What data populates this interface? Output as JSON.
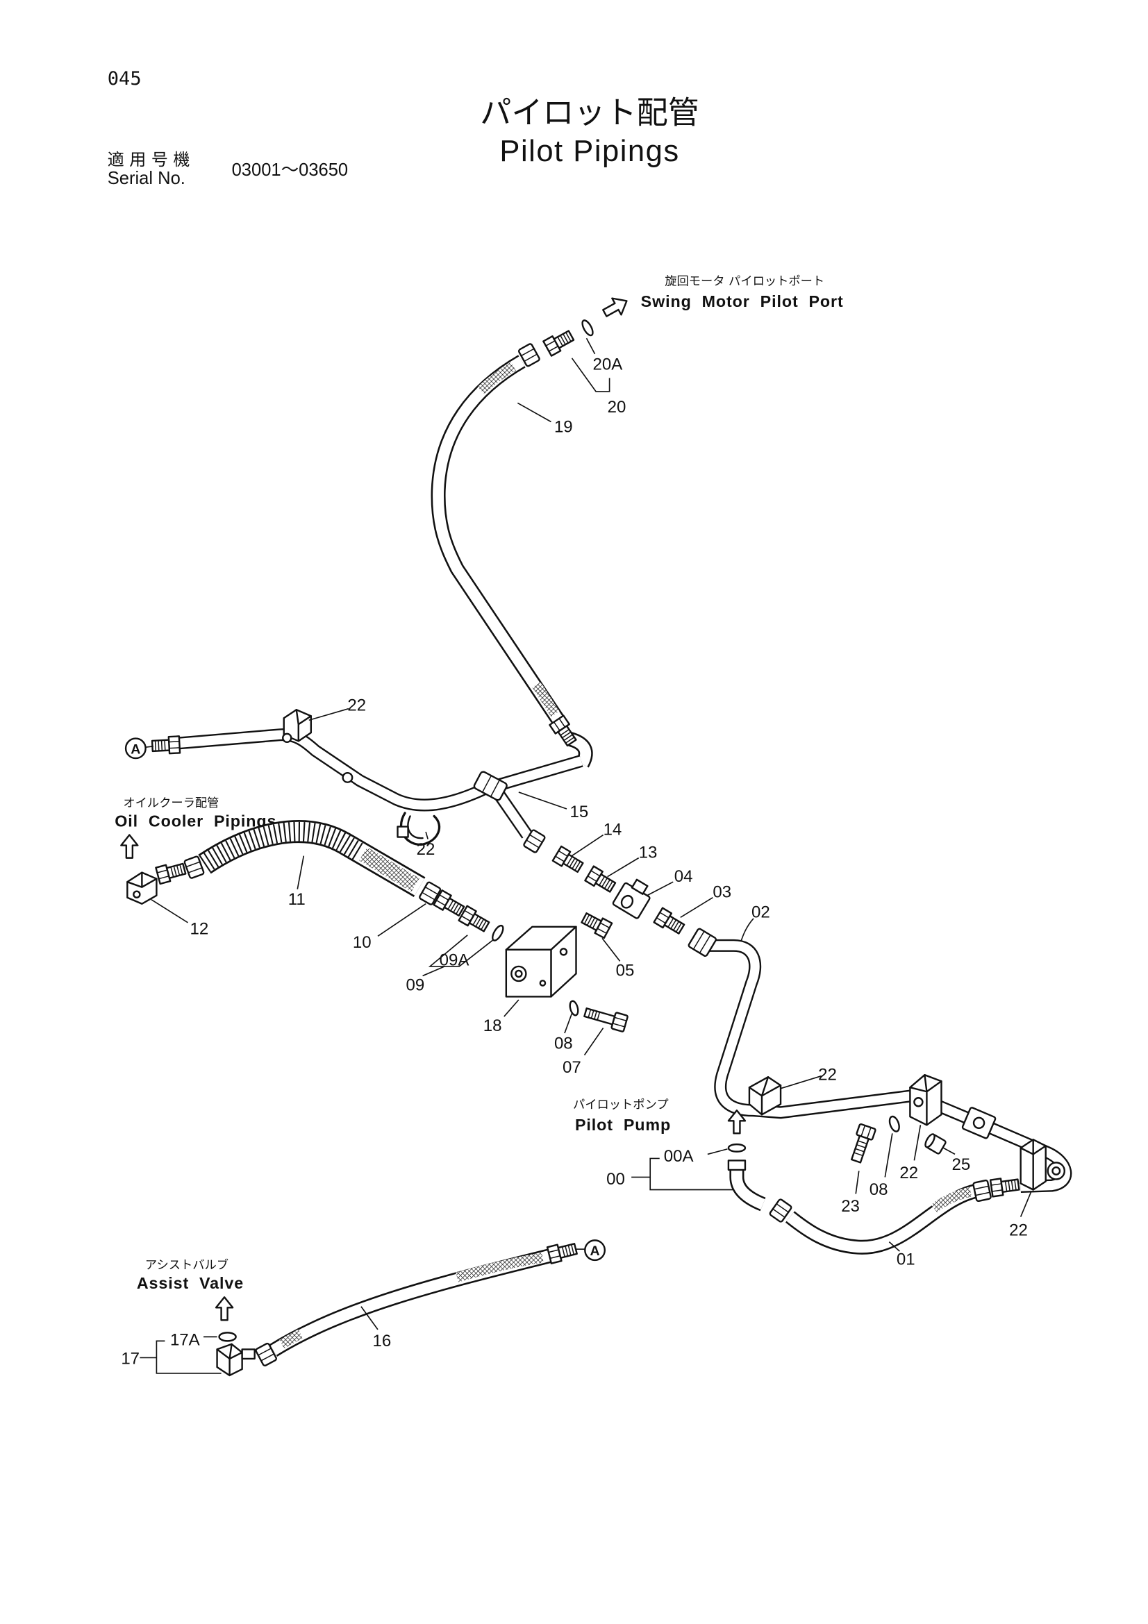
{
  "page": {
    "number": "045",
    "title_jp": "パイロット配管",
    "title_en": "Pilot Pipings"
  },
  "serial": {
    "label_jp": "適用号機",
    "label_en": "Serial No.",
    "range": "03001～03650"
  },
  "destinations": {
    "swing_motor": {
      "jp": "旋回モータ パイロットポート",
      "en": "Swing Motor Pilot Port"
    },
    "oil_cooler": {
      "jp": "オイルクーラ配管",
      "en": "Oil Cooler Pipings"
    },
    "pilot_pump": {
      "jp": "パイロットポンプ",
      "en": "Pilot Pump"
    },
    "assist_valve": {
      "jp": "アシストバルブ",
      "en": "Assist Valve"
    }
  },
  "connector_ref": "A",
  "callouts": [
    "20A",
    "20",
    "19",
    "22",
    "15",
    "14",
    "22",
    "13",
    "04",
    "03",
    "02",
    "11",
    "12",
    "10",
    "09A",
    "09",
    "05",
    "18",
    "08",
    "07",
    "22",
    "00A",
    "00",
    "23",
    "08",
    "22",
    "25",
    "22",
    "01",
    "16",
    "17A",
    "17"
  ],
  "colors": {
    "ink": "#111111",
    "paper": "#ffffff"
  }
}
